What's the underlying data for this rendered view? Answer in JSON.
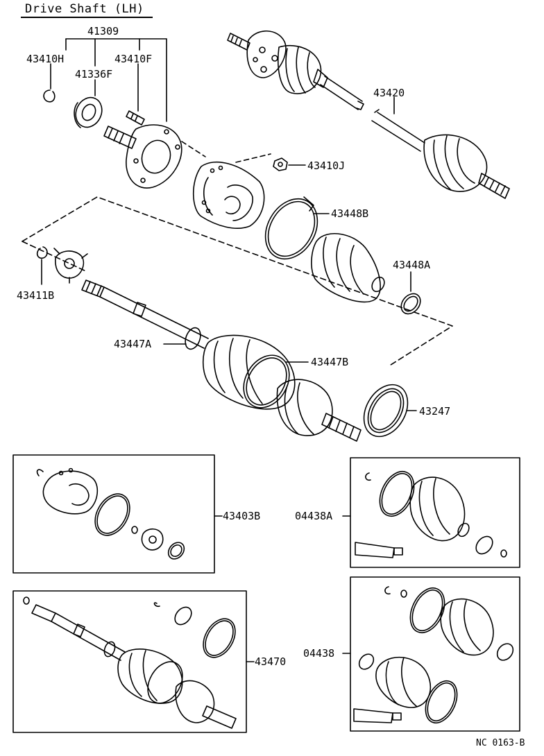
{
  "title": "Drive Shaft (LH)",
  "footer_code": "NC 0163-B",
  "parts": {
    "p41309": "41309",
    "p43410H": "43410H",
    "p41336F": "41336F",
    "p43410F": "43410F",
    "p43420": "43420",
    "p43410J": "43410J",
    "p43448B": "43448B",
    "p43448A": "43448A",
    "p43411B": "43411B",
    "p43447A": "43447A",
    "p43447B": "43447B",
    "p43247": "43247",
    "p43403B": "43403B",
    "p04438A": "04438A",
    "p43470": "43470",
    "p04438": "04438"
  }
}
